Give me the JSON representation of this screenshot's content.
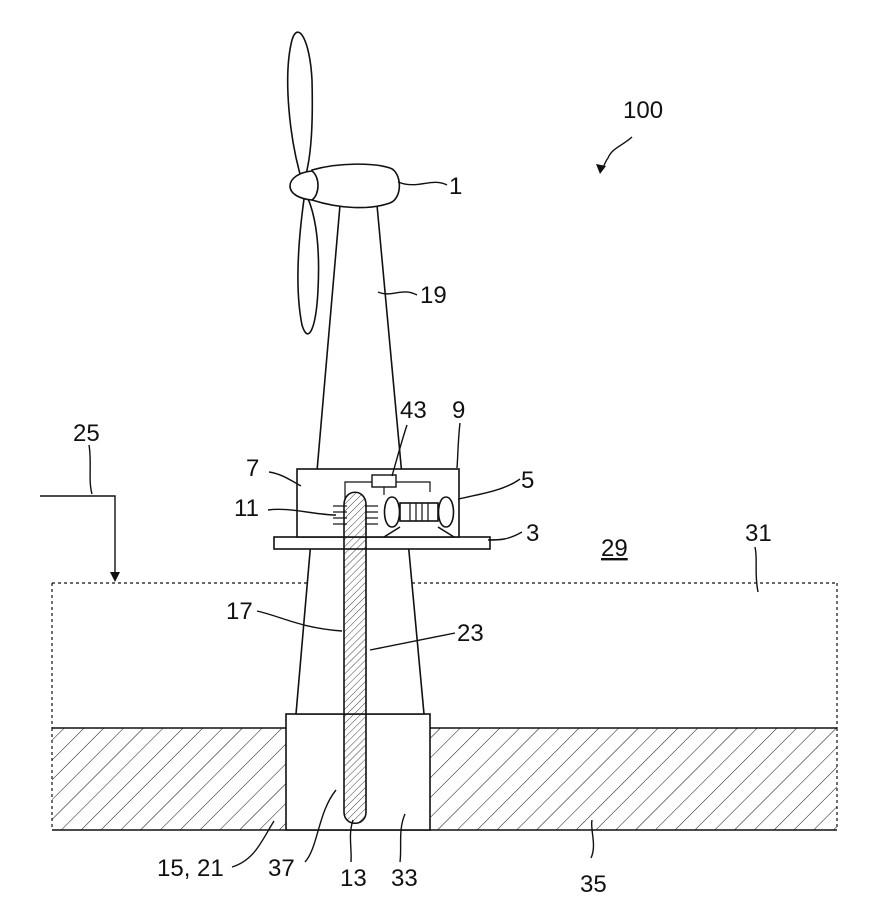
{
  "figure": {
    "ref_labels": {
      "assembly": "100",
      "hub": "1",
      "tower": "19",
      "sensor": "43",
      "housing": "9",
      "housing_wall": "7",
      "generator": "5",
      "coil": "11",
      "platform": "3",
      "air_space": "29",
      "water": "31",
      "water_level": "25",
      "cable_sheath": "17",
      "cable": "23",
      "foundation_base": "15, 21",
      "cable_end": "37",
      "cable_tip": "13",
      "foundation": "33",
      "seabed": "35"
    }
  }
}
